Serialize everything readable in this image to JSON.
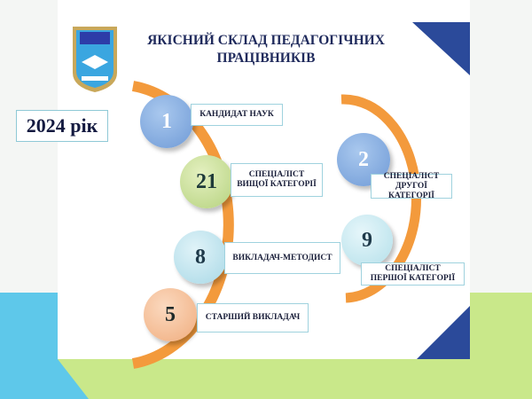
{
  "title": {
    "line1": "ЯКІСНИЙ СКЛАД ПЕДАГОГІЧНИХ",
    "line2": "ПРАЦІВНИКІВ"
  },
  "year": "2024 рік",
  "items": [
    {
      "value": "1",
      "label": "КАНДИДАТ  НАУК"
    },
    {
      "value": "21",
      "label1": "СПЕЦІАЛІСТ",
      "label2": "ВИЩОЇ  КАТЕГОРІЇ"
    },
    {
      "value": "8",
      "label": "ВИКЛАДАЧ-МЕТОДИСТ"
    },
    {
      "value": "5",
      "label": "СТАРШИЙ  ВИКЛАДАЧ"
    },
    {
      "value": "2",
      "label1": "СПЕЦІАЛІСТ",
      "label2": "ДРУГОЇ КАТЕГОРІЇ"
    },
    {
      "value": "9",
      "label1": "СПЕЦІАЛІСТ",
      "label2": "ПЕРШОЇ  КАТЕГОРІЇ"
    }
  ],
  "colors": {
    "arc": "#f39a3c",
    "navy": "#2b4a9a",
    "green": "#c9e88a",
    "cyan": "#5ec8ea"
  }
}
